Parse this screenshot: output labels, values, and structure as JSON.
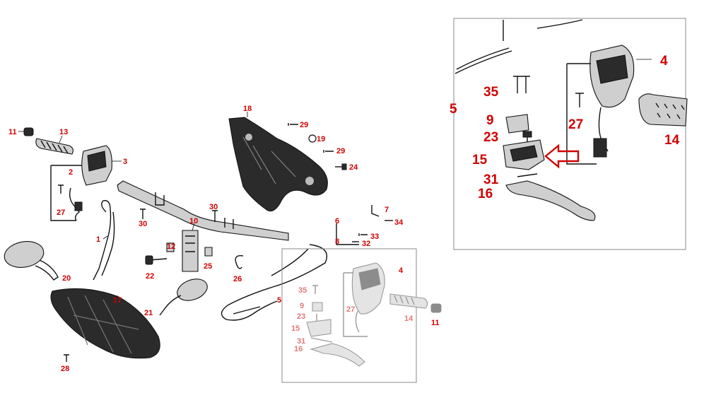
{
  "colors": {
    "label": "#d00000",
    "label_faded": "#e07a7a",
    "arrow": "#d00000",
    "line": "#111111"
  },
  "main": {
    "labels": {
      "p1": "1",
      "p2": "2",
      "p3": "3",
      "p7": "7",
      "p10": "10",
      "p11": "11",
      "p12": "12",
      "p13": "13",
      "p17": "17",
      "p18": "18",
      "p19": "19",
      "p20": "20",
      "p21": "21",
      "p22": "22",
      "p24": "24",
      "p25": "25",
      "p26": "26",
      "p27": "27",
      "p28": "28",
      "p29a": "29",
      "p29b": "29",
      "p30a": "30",
      "p30b": "30",
      "p32": "32",
      "p33": "33",
      "p34": "34",
      "p5": "5",
      "p6": "6",
      "p8": "8"
    }
  },
  "inset": {
    "labels": {
      "p4": "4",
      "p35": "35",
      "p9": "9",
      "p23": "23",
      "p15": "15",
      "p31": "31",
      "p16": "16",
      "p27": "27",
      "p14": "14",
      "p11": "11"
    }
  },
  "zoom": {
    "labels": {
      "p4": "4",
      "p35": "35",
      "p9": "9",
      "p27": "27",
      "p23": "23",
      "p15": "15",
      "p31": "31",
      "p16": "16",
      "p14": "14",
      "p5": "5"
    },
    "pointer_arrow_icon": "hollow-left-arrow"
  }
}
